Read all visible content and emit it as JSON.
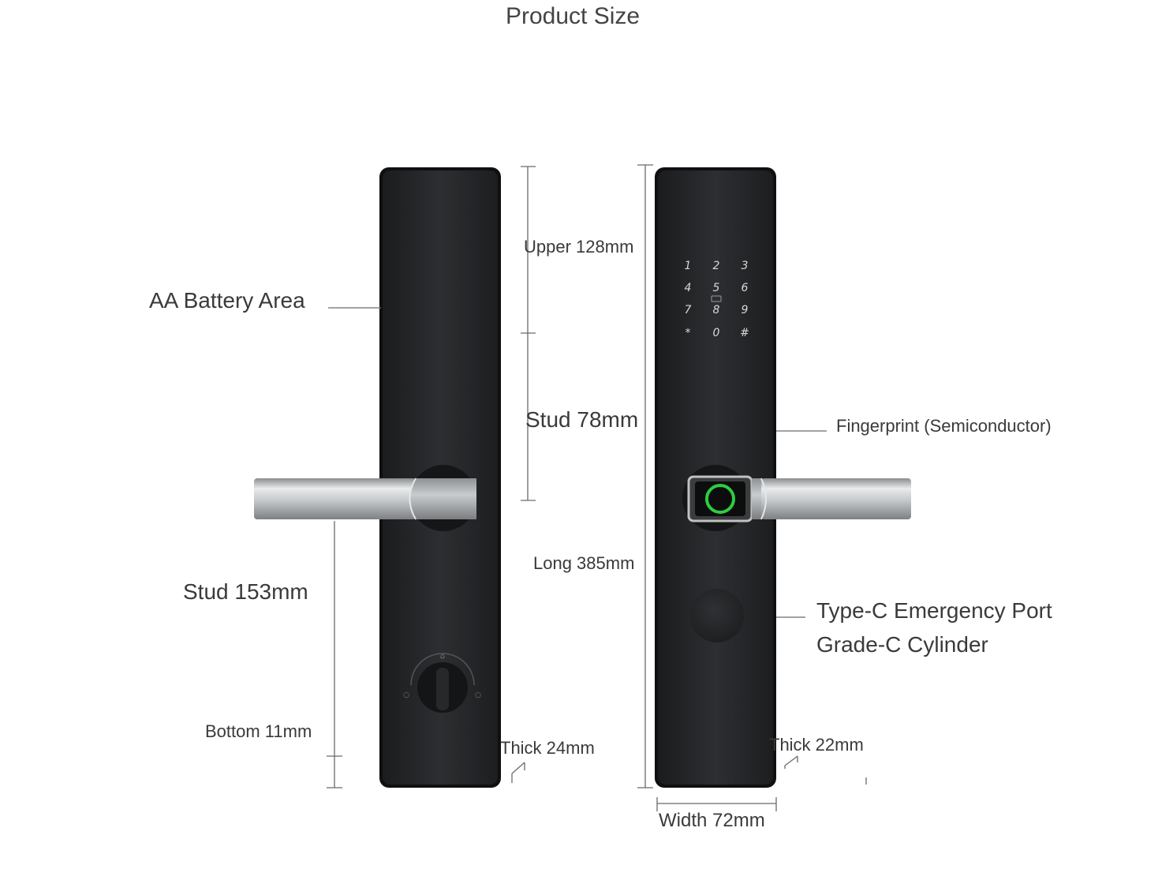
{
  "title": "Product Size",
  "labels": {
    "battery": "AA Battery Area",
    "upper": "Upper 128mm",
    "stud_78": "Stud 78mm",
    "long": "Long 385mm",
    "stud_153": "Stud 153mm",
    "bottom": "Bottom 11mm",
    "thick_24": "Thick 24mm",
    "thick_22": "Thick 22mm",
    "width": "Width 72mm",
    "fingerprint": "Fingerprint (Semiconductor)",
    "type_c": "Type-C Emergency Port",
    "cylinder": "Grade-C Cylinder"
  },
  "keypad": [
    "1",
    "2",
    "3",
    "4",
    "5",
    "6",
    "7",
    "8",
    "9",
    "*",
    "0",
    "#"
  ],
  "colors": {
    "panel": "#232527",
    "handle": "#b9bcbf",
    "fingerprint_ring": "#2ecc40",
    "line": "#6a6a6a"
  }
}
